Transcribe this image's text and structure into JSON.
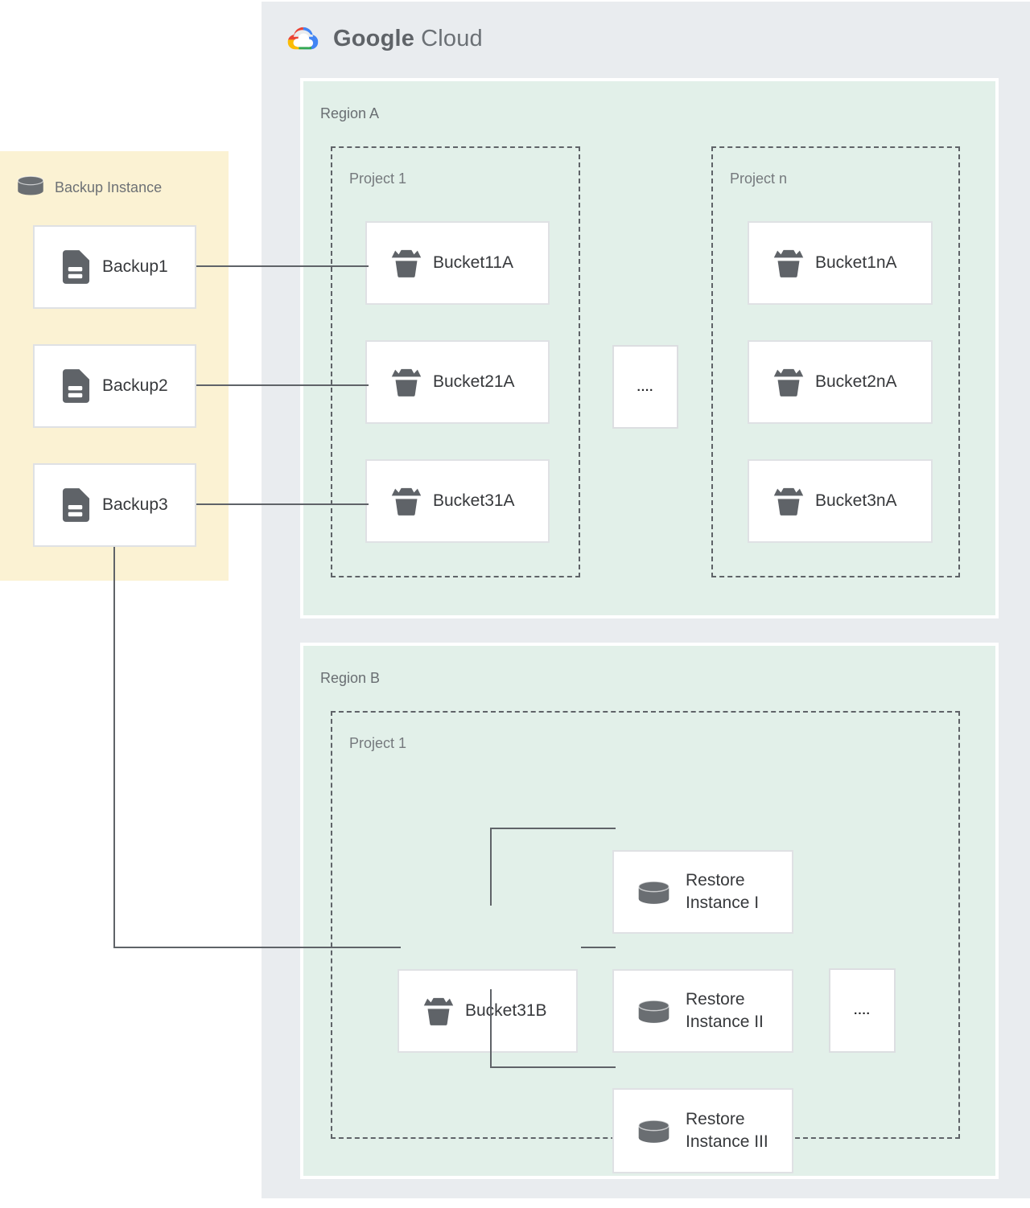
{
  "logo": {
    "brand": "Google",
    "product": "Cloud"
  },
  "backup_panel": {
    "title": "Backup Instance",
    "items": [
      {
        "label": "Backup1"
      },
      {
        "label": "Backup2"
      },
      {
        "label": "Backup3"
      }
    ]
  },
  "region_a": {
    "label": "Region A",
    "ellipsis": "....",
    "projects": [
      {
        "label": "Project 1",
        "buckets": [
          {
            "label": "Bucket11A"
          },
          {
            "label": "Bucket21A"
          },
          {
            "label": "Bucket31A"
          }
        ]
      },
      {
        "label": "Project n",
        "buckets": [
          {
            "label": "Bucket1nA"
          },
          {
            "label": "Bucket2nA"
          },
          {
            "label": "Bucket3nA"
          }
        ]
      }
    ]
  },
  "region_b": {
    "label": "Region B",
    "project": {
      "label": "Project 1",
      "bucket": {
        "label": "Bucket31B"
      },
      "ellipsis": "....",
      "restore_instances": [
        {
          "label": "Restore Instance I"
        },
        {
          "label": "Restore Instance II"
        },
        {
          "label": "Restore Instance III"
        }
      ]
    }
  },
  "connections": [
    {
      "from": "Backup1",
      "to": "Bucket11A"
    },
    {
      "from": "Backup2",
      "to": "Bucket21A"
    },
    {
      "from": "Backup3",
      "to": "Bucket31A"
    },
    {
      "from": "Backup3",
      "to": "Bucket31B"
    },
    {
      "from": "Bucket31B",
      "to": "Restore Instance I"
    },
    {
      "from": "Bucket31B",
      "to": "Restore Instance II"
    },
    {
      "from": "Bucket31B",
      "to": "Restore Instance III"
    }
  ],
  "colors": {
    "panel_gray": "#e9ecef",
    "region_green": "#e2f0e9",
    "backup_yellow": "#fbf2d3",
    "icon_gray": "#5f6368",
    "wire_gray": "#5f6368",
    "node_border": "#dfe1e4",
    "label_gray": "#6d7175",
    "node_text": "#37393c",
    "logo_red": "#ea4335",
    "logo_blue": "#4285f4",
    "logo_yellow": "#fbbc05",
    "logo_green": "#34a853"
  }
}
